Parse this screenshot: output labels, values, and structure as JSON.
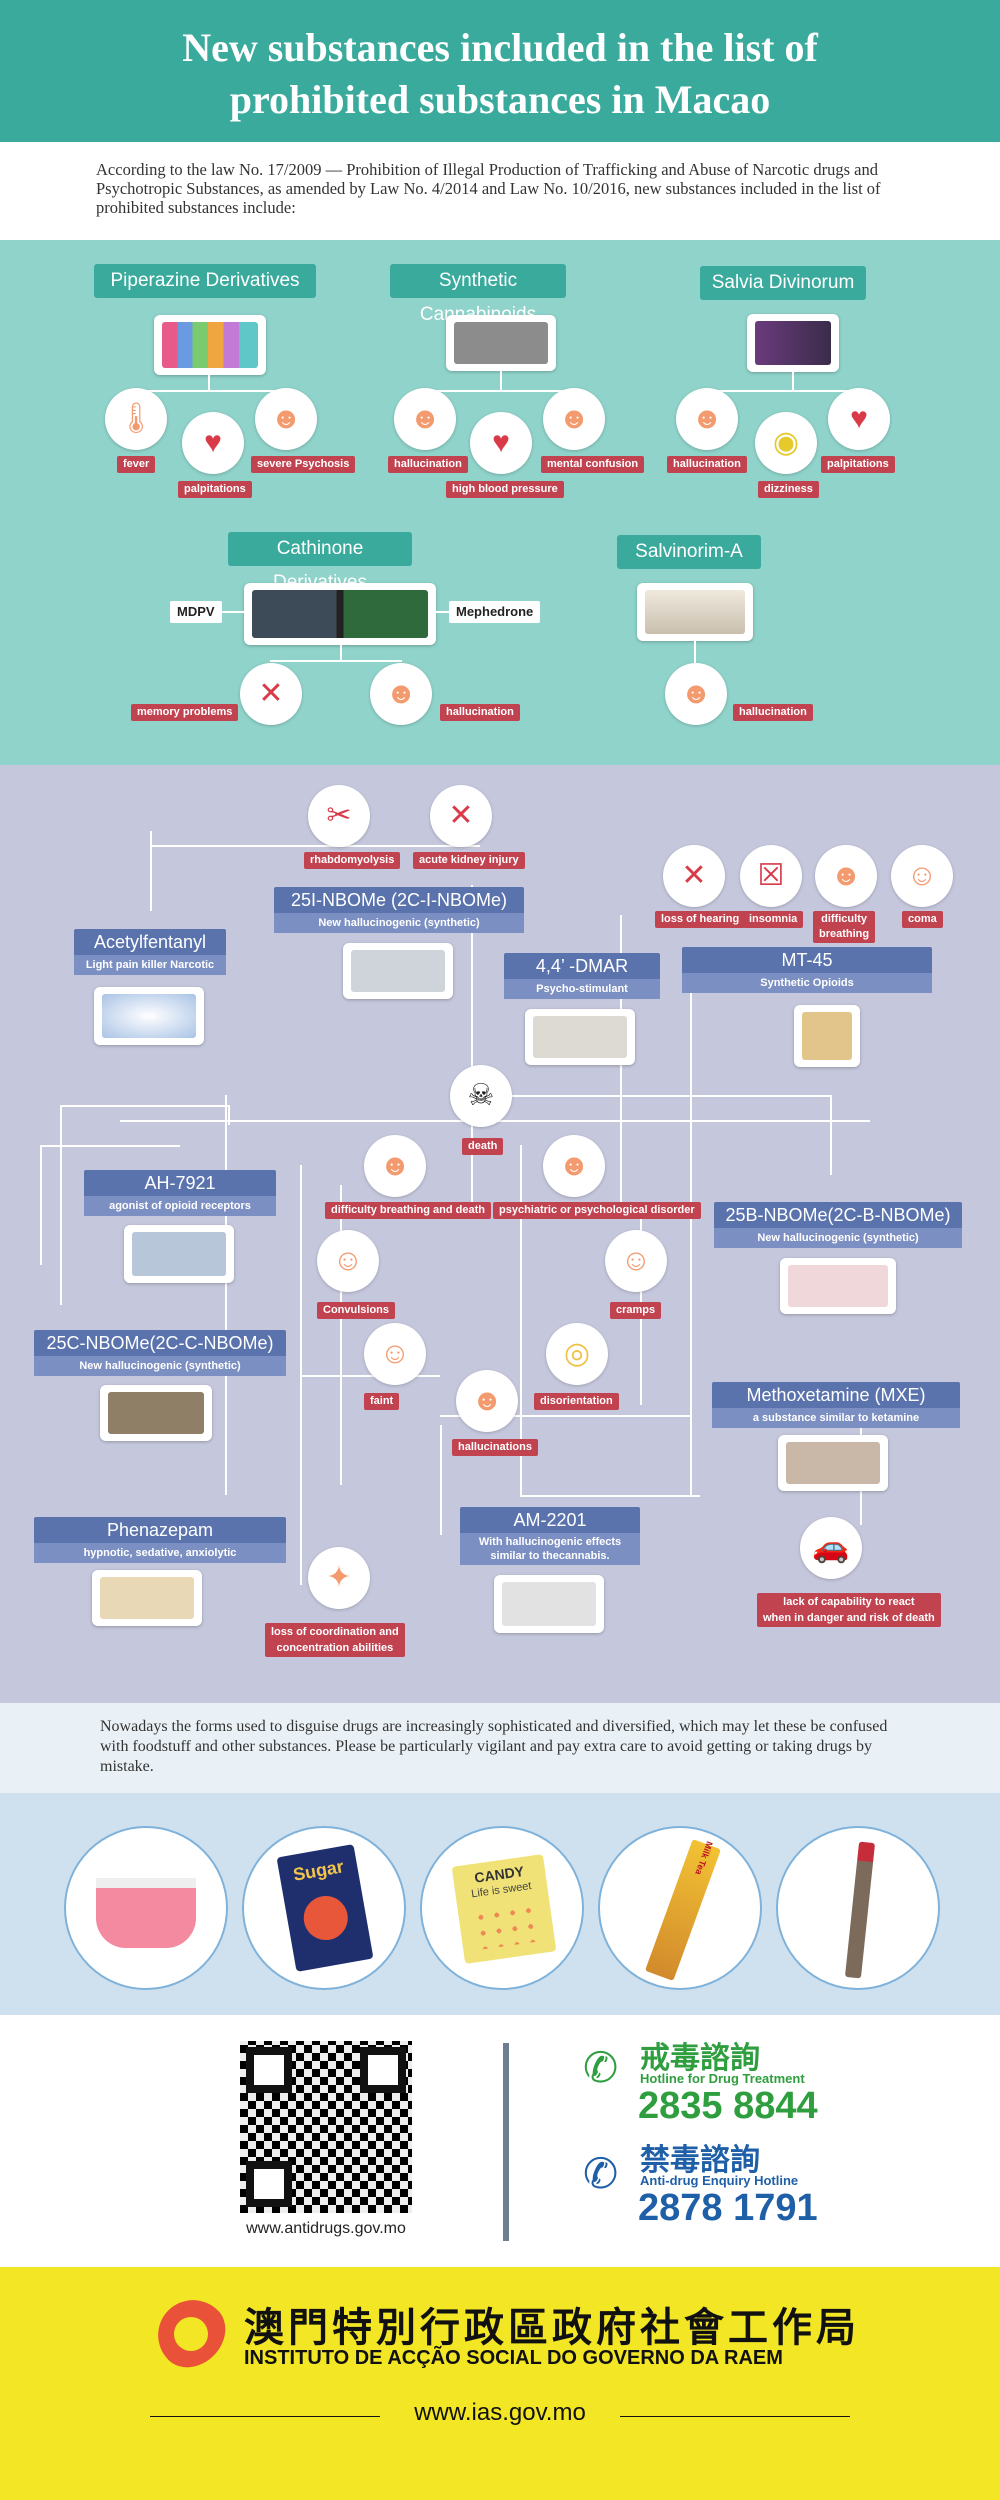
{
  "header": {
    "title_line1": "New substances included in the list of",
    "title_line2": "prohibited substances in Macao"
  },
  "intro": "According to the law No. 17/2009 — Prohibition of Illegal Production of  Trafficking and Abuse of Narcotic drugs and  Psychotropic Substances, as amended by Law No. 4/2014 and Law No. 10/2016, new substances included in the list of prohibited substances include:",
  "teal": {
    "piperazine": {
      "title": "Piperazine Derivatives",
      "effects": [
        "fever",
        "palpitations",
        "severe Psychosis"
      ]
    },
    "cannabinoids": {
      "title": "Synthetic Cannabinoids",
      "effects": [
        "hallucination",
        "high blood pressure",
        "mental confusion"
      ]
    },
    "salvia": {
      "title": "Salvia Divinorum",
      "effects": [
        "hallucination",
        "dizziness",
        "palpitations"
      ]
    },
    "cathinone": {
      "title": "Cathinone Derivatives",
      "left_label": "MDPV",
      "right_label": "Mephedrone",
      "effects": [
        "memory problems",
        "hallucination"
      ]
    },
    "salvinorin": {
      "title": "Salvinorim-A",
      "effects": [
        "hallucination"
      ]
    }
  },
  "drugs": {
    "nbome25i": {
      "name": "25I-NBOMe (2C-I-NBOMe)",
      "sub": "New hallucinogenic (synthetic)"
    },
    "acetyl": {
      "name": "Acetylfentanyl",
      "sub": "Light pain killer Narcotic"
    },
    "dmar": {
      "name": "4,4’  -DMAR",
      "sub": "Psycho-stimulant"
    },
    "mt45": {
      "name": "MT-45",
      "sub": "Synthetic Opioids"
    },
    "ah7921": {
      "name": "AH-7921",
      "sub": "agonist of opioid receptors"
    },
    "nbome25b": {
      "name": "25B-NBOMe(2C-B-NBOMe)",
      "sub": "New hallucinogenic (synthetic)"
    },
    "nbome25c": {
      "name": "25C-NBOMe(2C-C-NBOMe)",
      "sub": "New hallucinogenic (synthetic)"
    },
    "mxe": {
      "name": "Methoxetamine (MXE)",
      "sub": "a substance similar to ketamine"
    },
    "phenazepam": {
      "name": "Phenazepam",
      "sub": "hypnotic, sedative, anxiolytic"
    },
    "am2201": {
      "name": "AM-2201",
      "sub": "With hallucinogenic effects similar to thecannabis."
    }
  },
  "effects": {
    "rhabdo": "rhabdomyolysis",
    "kidney": "acute kidney injury",
    "hearing": "loss of hearing",
    "insomnia": "insomnia",
    "breath_line1": "difficulty",
    "breath_line2": "breathing",
    "coma": "coma",
    "death": "death",
    "breath_death": "difficulty breathing and death",
    "psych": "psychiatric or psychological disorder",
    "convulsions": "Convulsions",
    "cramps": "cramps",
    "faint": "faint",
    "disorientation": "disorientation",
    "hallucinations": "hallucinations",
    "coord_line1": "loss of coordination and",
    "coord_line2": "concentration abilities",
    "react_line1": "lack of capability to react",
    "react_line2": "when in danger and risk of death"
  },
  "note": "Nowadays the forms used to disguise drugs are increasingly sophisticated and diversified, which may let these be confused with foodstuff and other substances. Please be particularly vigilant and pay extra care to avoid getting or taking drugs by mistake.",
  "disguise": {
    "sugar": "Sugar",
    "candy1": "CANDY",
    "candy2": "Life is sweet",
    "milk": "Milk Tea"
  },
  "hotline": {
    "website": "www.antidrugs.gov.mo",
    "h1_cn": "戒毒諮詢",
    "h1_en": "Hotline for Drug Treatment",
    "h1_num": "2835 8844",
    "h2_cn": "禁毒諮詢",
    "h2_en": "Anti-drug Enquiry Hotline",
    "h2_num": "2878 1791"
  },
  "footer": {
    "cn": "澳門特別行政區政府社會工作局",
    "pt": "INSTITUTO DE ACÇÃO SOCIAL DO GOVERNO DA RAEM",
    "web": "www.ias.gov.mo"
  },
  "colors": {
    "teal": "#3aaa9d",
    "teal_bg": "#8fd3ca",
    "lavender": "#c5c7dd",
    "drug_box": "#5b73ad",
    "effect_tag": "#c24350",
    "hotline_green": "#2e9e3e",
    "hotline_blue": "#1f5fa8",
    "footer_yellow": "#f3e624"
  }
}
